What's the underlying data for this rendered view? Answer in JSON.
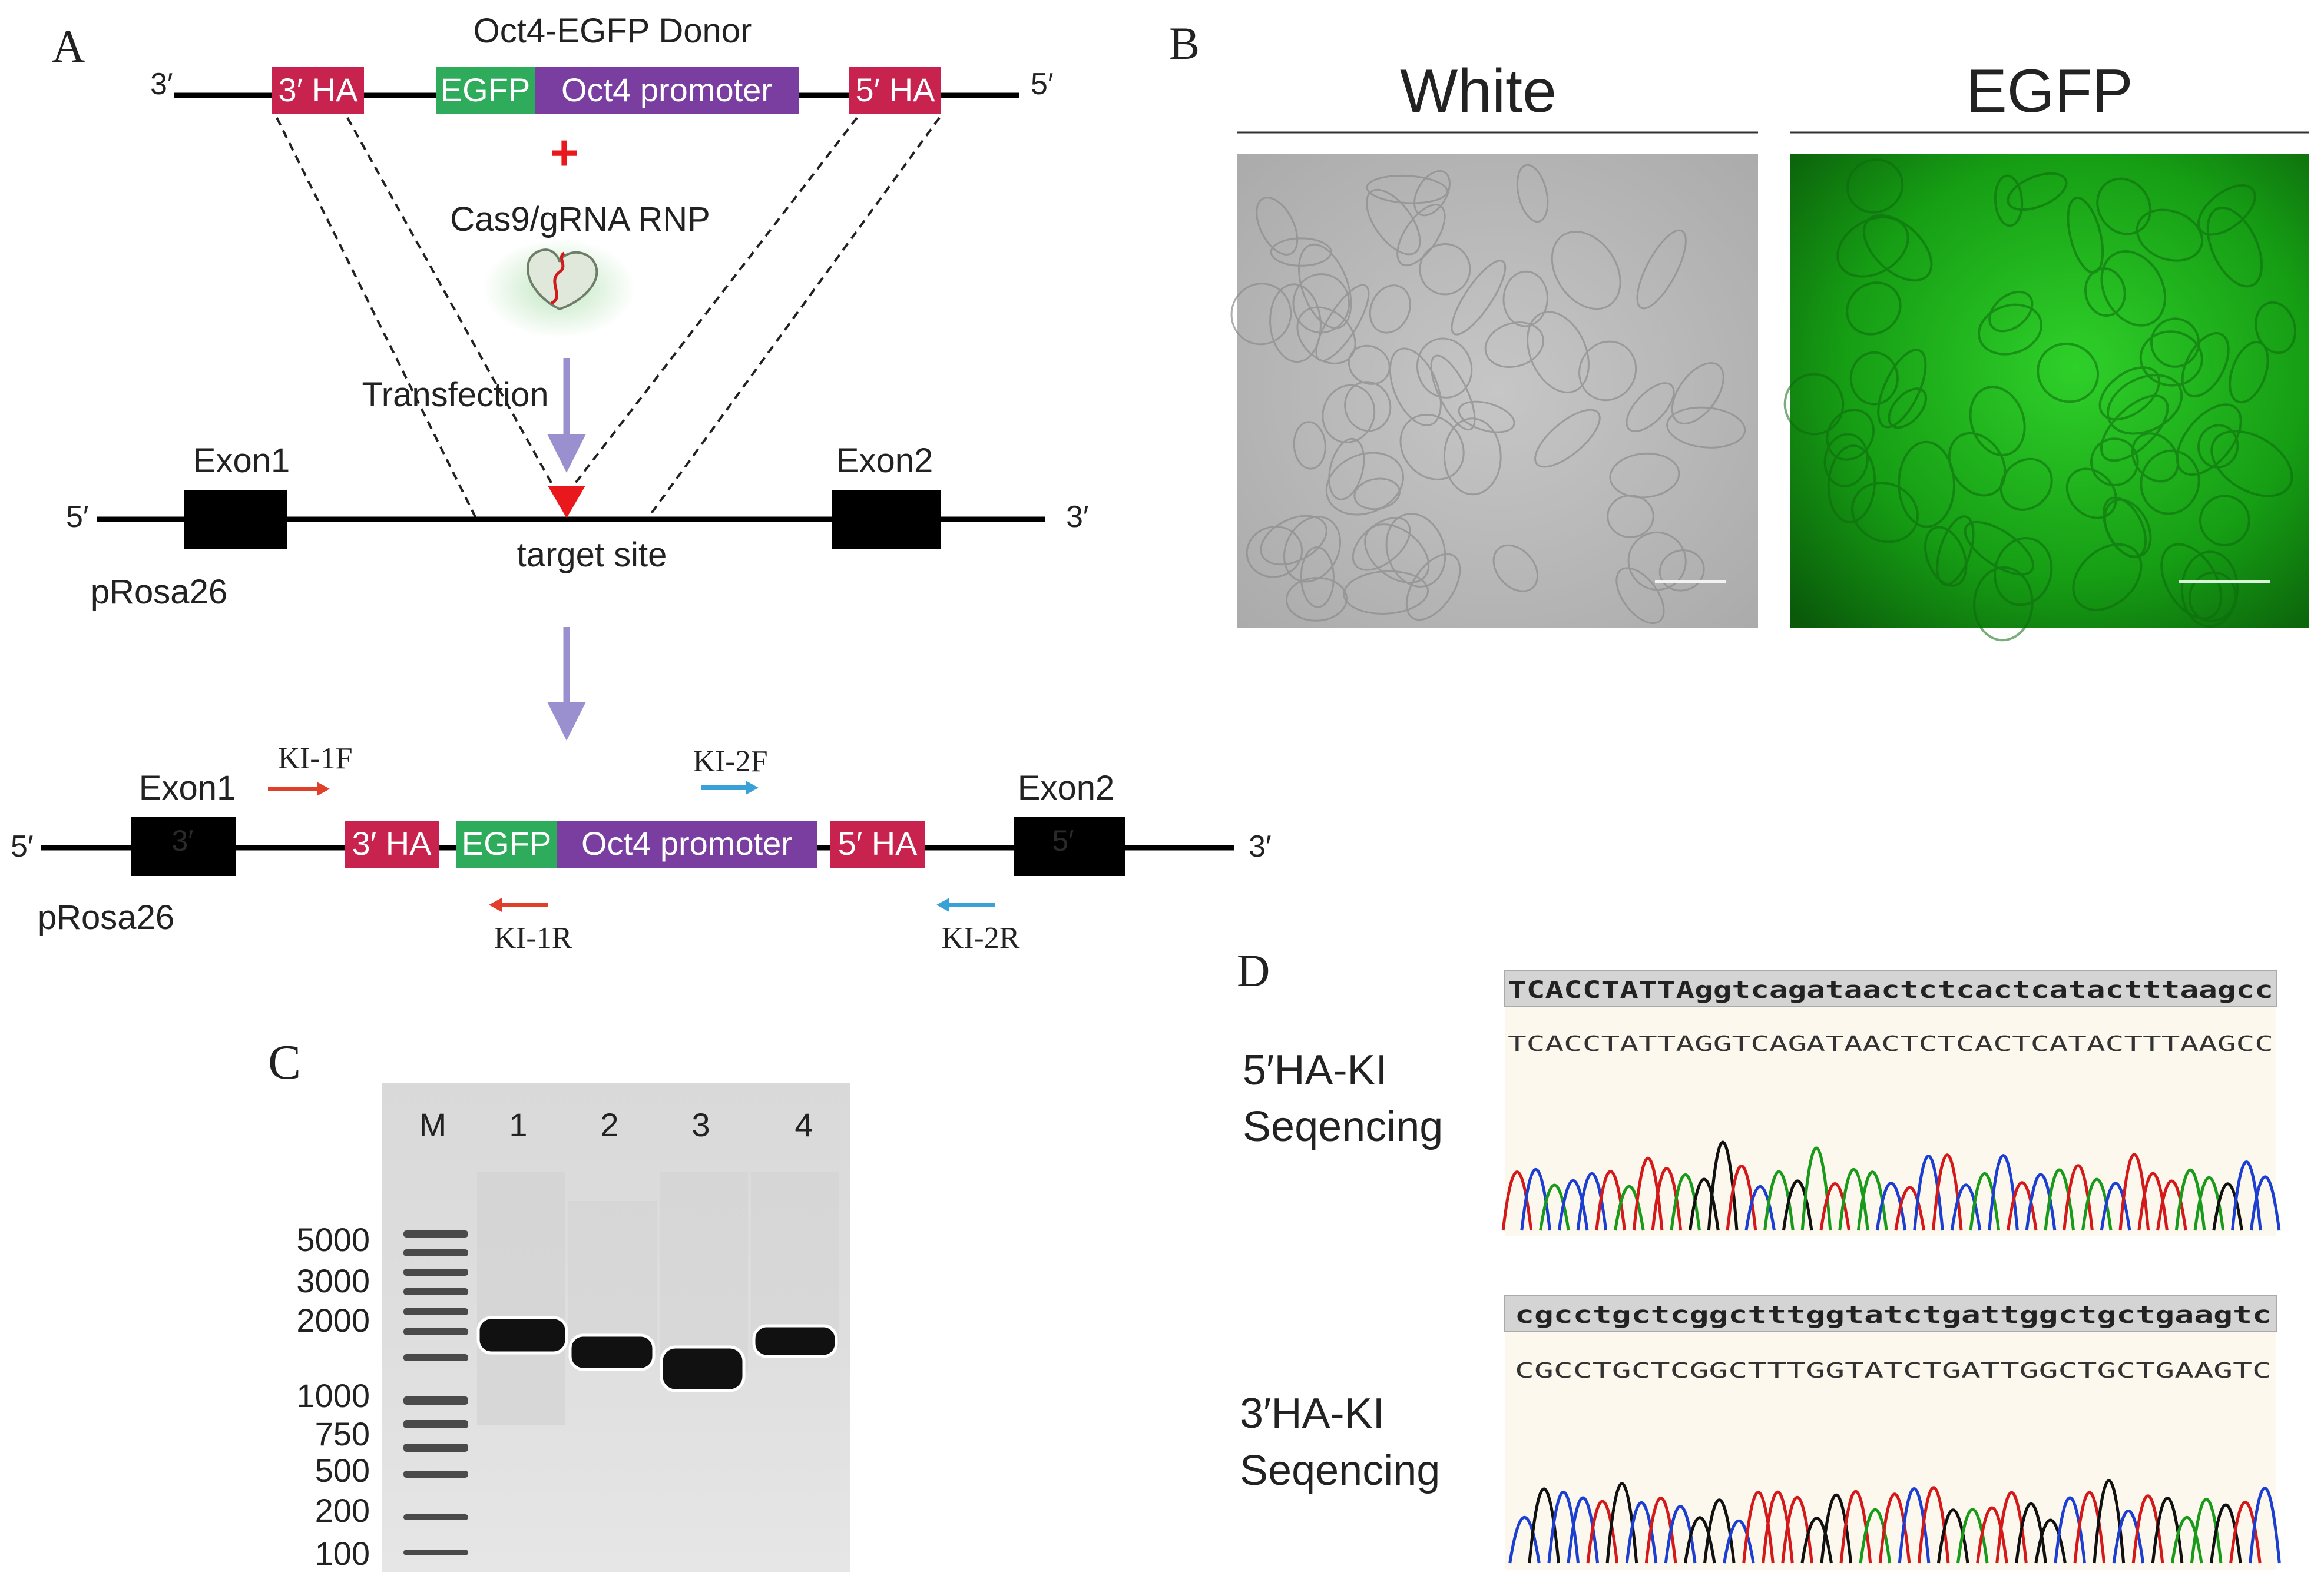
{
  "panels": {
    "a": "A",
    "b": "B",
    "c": "C",
    "d": "D"
  },
  "colors": {
    "ha": "#c8234f",
    "egfp": "#2eac5b",
    "oct4": "#7a3ea0",
    "arrow_purple": "#9a90d0",
    "primer_red": "#e0402a",
    "primer_blue": "#3aa0d8",
    "target_red": "#e8181c",
    "cell_green": "#1db51a"
  },
  "panel_a": {
    "donor_title": "Oct4-EGFP Donor",
    "end_3": "3′",
    "end_5": "5′",
    "ha3": "3′ HA",
    "egfp": "EGFP",
    "oct4": "Oct4 promoter",
    "ha5": "5′ HA",
    "plus": "+",
    "rnp": "Cas9/gRNA RNP",
    "transfection": "Transfection",
    "exon1": "Exon1",
    "exon2": "Exon2",
    "target_site": "target site",
    "locus": "pRosa26",
    "exon_mark_3": "3′",
    "exon_mark_5": "5′",
    "ki1f": "KI-1F",
    "ki1r": "KI-1R",
    "ki2f": "KI-2F",
    "ki2r": "KI-2R"
  },
  "panel_b": {
    "white": "White",
    "egfp": "EGFP"
  },
  "panel_c": {
    "lanes": [
      "M",
      "1",
      "2",
      "3",
      "4"
    ],
    "ladder": [
      "5000",
      "3000",
      "2000",
      "1000",
      "750",
      "500",
      "200",
      "100"
    ]
  },
  "panel_d": {
    "top_label_1": "5′HA-KI",
    "top_label_2": "Seqencing",
    "top_ref": "TCACCTATTAggtcagataactctcactcatactttaagcc",
    "top_read": "TCACCTATTAGGTCAGATAACTCTCACTCATACTTTAAGCC",
    "bottom_label_1": "3′HA-KI",
    "bottom_label_2": "Seqencing",
    "bottom_ref": "cgcctgctcggctttggtatctgattggctgctgaagtc",
    "bottom_read": "CGCCTGCTCGGCTTTGGTATCTGATTGGCTGCTGAAGTC"
  }
}
